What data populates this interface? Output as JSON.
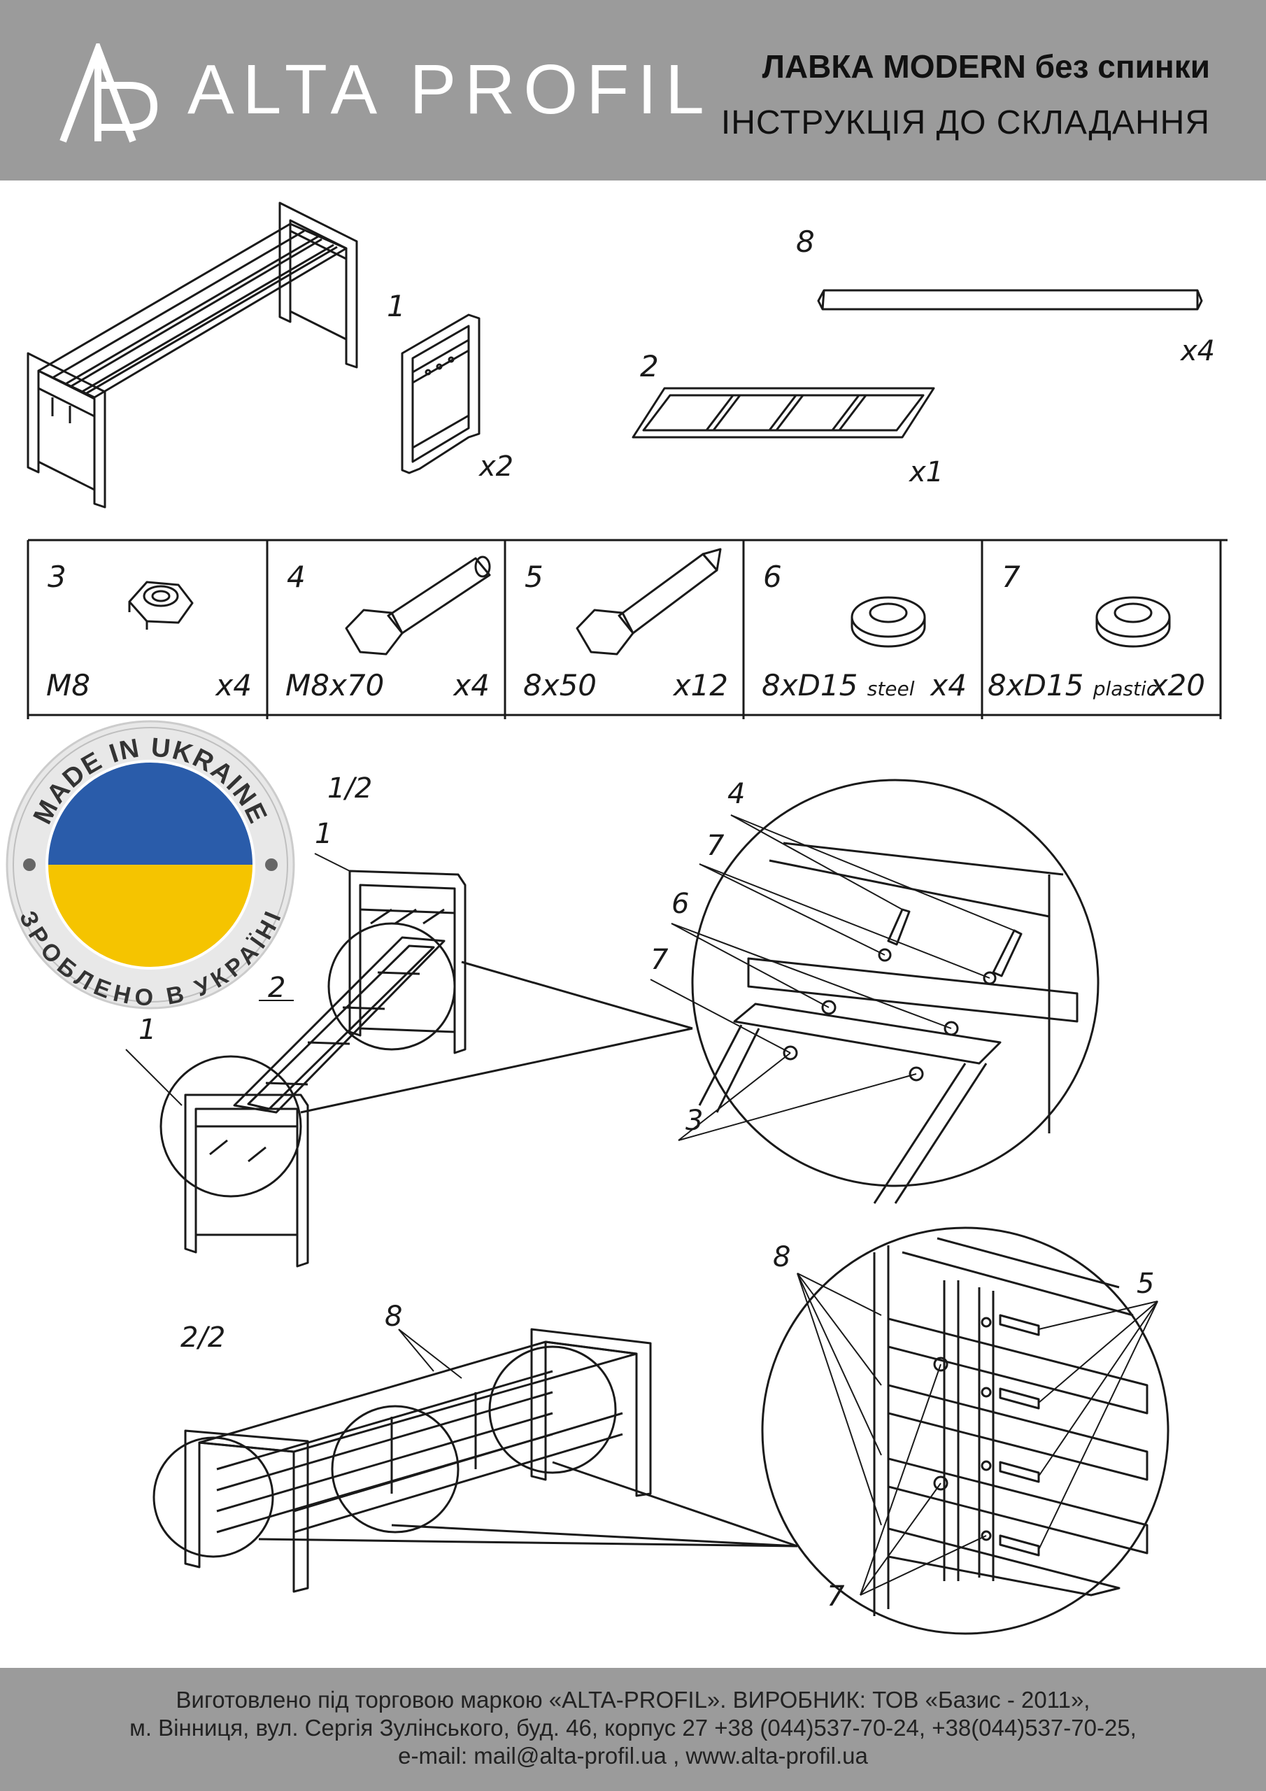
{
  "header": {
    "brand": "ALTA PROFIL",
    "title": "ЛАВКА MODERN без спинки",
    "subtitle": "ІНСТРУКЦІЯ ДО СКЛАДАННЯ"
  },
  "components": [
    {
      "num": "1",
      "qty": "x2"
    },
    {
      "num": "2",
      "qty": "x1"
    },
    {
      "num": "8",
      "qty": "x4"
    }
  ],
  "hardware": [
    {
      "num": "3",
      "spec": "M8",
      "spec_note": "",
      "qty": "x4"
    },
    {
      "num": "4",
      "spec": "M8x70",
      "spec_note": "",
      "qty": "x4"
    },
    {
      "num": "5",
      "spec": "8x50",
      "spec_note": "",
      "qty": "x12"
    },
    {
      "num": "6",
      "spec": "8xD15",
      "spec_note": "steel",
      "qty": "x4"
    },
    {
      "num": "7",
      "spec": "8xD15",
      "spec_note": "plastic",
      "qty": "x20"
    }
  ],
  "badge": {
    "top_text": "MADE IN UKRAINE",
    "bottom_text": "ЗРОБЛЕНО В УКРАЇНІ",
    "colors": {
      "blue": "#2a5caa",
      "yellow": "#f5c400",
      "ring": "#e6e6e6"
    }
  },
  "steps": [
    {
      "label": "1/2",
      "callouts": [
        "1",
        "2",
        "1"
      ]
    },
    {
      "label": "2/2",
      "callouts": [
        "8"
      ]
    }
  ],
  "detail_1": {
    "callouts": [
      "4",
      "7",
      "6",
      "7",
      "3"
    ]
  },
  "detail_2": {
    "callouts": [
      "8",
      "5",
      "7"
    ]
  },
  "footer": {
    "line1": "Виготовлено під торговою маркою «ALTA-PROFIL». ВИРОБНИК: ТОВ «Базис - 2011»,",
    "line2": "м. Вінниця, вул. Сергія Зулінського, буд. 46, корпус 27 +38 (044)537-70-24, +38(044)537-70-25,",
    "line3": "e-mail: mail@alta-profil.ua , www.alta-profil.ua"
  },
  "colors": {
    "header_bg": "#9b9b9b",
    "footer_bg": "#9b9b9b",
    "line": "#1a1a1a"
  }
}
